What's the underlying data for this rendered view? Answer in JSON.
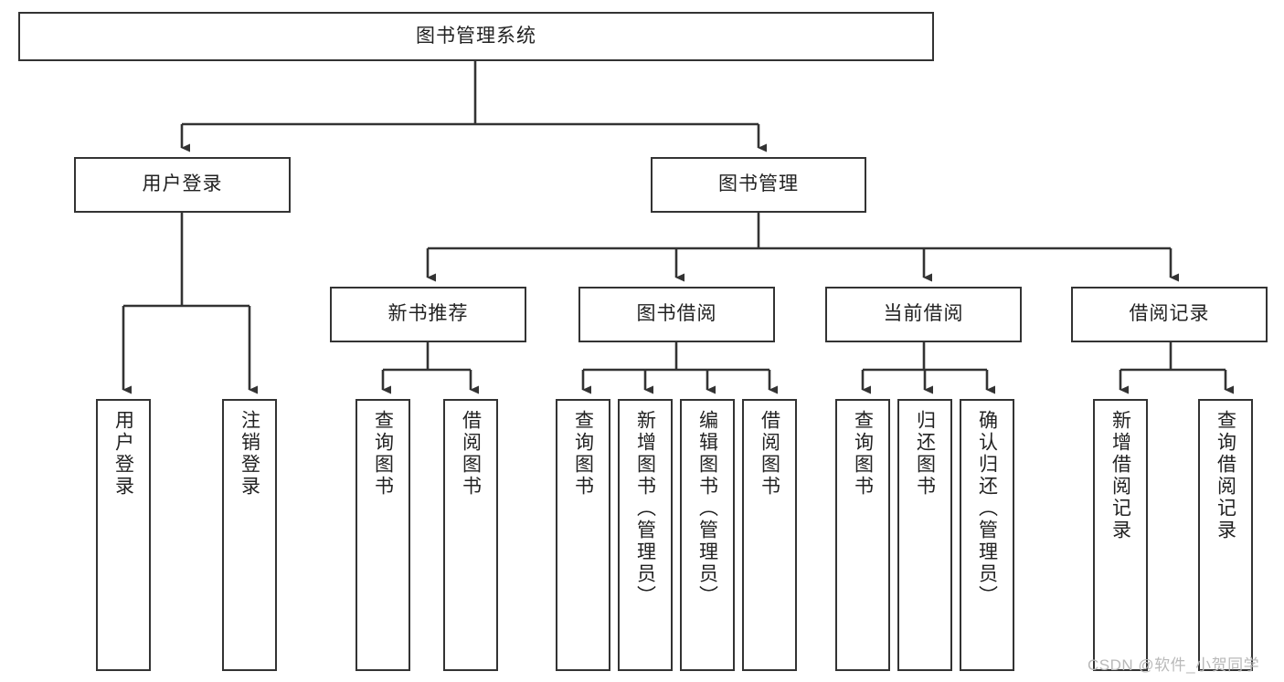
{
  "diagram": {
    "title": "图书管理系统",
    "type": "hierarchy-tree",
    "orientation": "top-down",
    "root": {
      "id": "root",
      "label": "图书管理系统",
      "text_direction": "horizontal"
    },
    "level2": [
      {
        "id": "user-login",
        "label": "用户登录",
        "text_direction": "horizontal"
      },
      {
        "id": "book-manage",
        "label": "图书管理",
        "text_direction": "horizontal"
      }
    ],
    "level3": [
      {
        "id": "new-book-rec",
        "label": "新书推荐",
        "text_direction": "horizontal",
        "parent": "book-manage"
      },
      {
        "id": "book-borrow",
        "label": "图书借阅",
        "text_direction": "horizontal",
        "parent": "book-manage"
      },
      {
        "id": "current-borrow",
        "label": "当前借阅",
        "text_direction": "horizontal",
        "parent": "book-manage"
      },
      {
        "id": "borrow-record",
        "label": "借阅记录",
        "text_direction": "horizontal",
        "parent": "book-manage"
      }
    ],
    "leaves": [
      {
        "id": "leaf-user-login",
        "label": "用户登录",
        "text_direction": "vertical",
        "parent": "user-login"
      },
      {
        "id": "leaf-user-logout",
        "label": "注销登录",
        "text_direction": "vertical",
        "parent": "user-login"
      },
      {
        "id": "leaf-query-book-1",
        "label": "查询图书",
        "text_direction": "vertical",
        "parent": "new-book-rec"
      },
      {
        "id": "leaf-borrow-book-1",
        "label": "借阅图书",
        "text_direction": "vertical",
        "parent": "new-book-rec"
      },
      {
        "id": "leaf-query-book-2",
        "label": "查询图书",
        "text_direction": "vertical",
        "parent": "book-borrow"
      },
      {
        "id": "leaf-add-book",
        "label": "新增图书（管理员）",
        "text_direction": "vertical",
        "parent": "book-borrow"
      },
      {
        "id": "leaf-edit-book",
        "label": "编辑图书（管理员）",
        "text_direction": "vertical",
        "parent": "book-borrow"
      },
      {
        "id": "leaf-borrow-book-2",
        "label": "借阅图书",
        "text_direction": "vertical",
        "parent": "book-borrow"
      },
      {
        "id": "leaf-query-book-3",
        "label": "查询图书",
        "text_direction": "vertical",
        "parent": "current-borrow"
      },
      {
        "id": "leaf-return-book",
        "label": "归还图书",
        "text_direction": "vertical",
        "parent": "current-borrow"
      },
      {
        "id": "leaf-confirm-return",
        "label": "确认归还（管理员）",
        "text_direction": "vertical",
        "parent": "current-borrow"
      },
      {
        "id": "leaf-add-record",
        "label": "新增借阅记录",
        "text_direction": "vertical",
        "parent": "borrow-record"
      },
      {
        "id": "leaf-query-record",
        "label": "查询借阅记录",
        "text_direction": "vertical",
        "parent": "borrow-record"
      }
    ],
    "colors": {
      "background": "#ffffff",
      "box_fill": "#ffffff",
      "box_stroke": "#333333",
      "connector": "#333333",
      "text": "#222222",
      "watermark": "#b9b9b9"
    }
  },
  "watermark": {
    "text": "CSDN @软件_小贺同学"
  }
}
